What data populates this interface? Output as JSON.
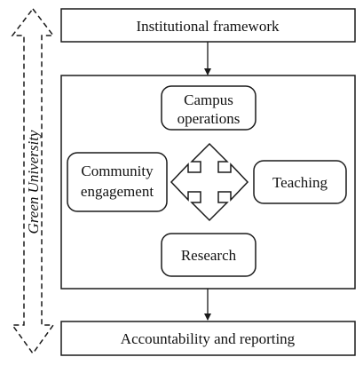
{
  "side_label": "Green University",
  "top_box": "Institutional framework",
  "bottom_box": "Accountability and reporting",
  "nodes": {
    "campus_line1": "Campus",
    "campus_line2": "operations",
    "community_line1": "Community",
    "community_line2": "engagement",
    "teaching": "Teaching",
    "research": "Research"
  },
  "colors": {
    "stroke": "#1a1a1a",
    "text": "#111111",
    "background": "#ffffff"
  }
}
